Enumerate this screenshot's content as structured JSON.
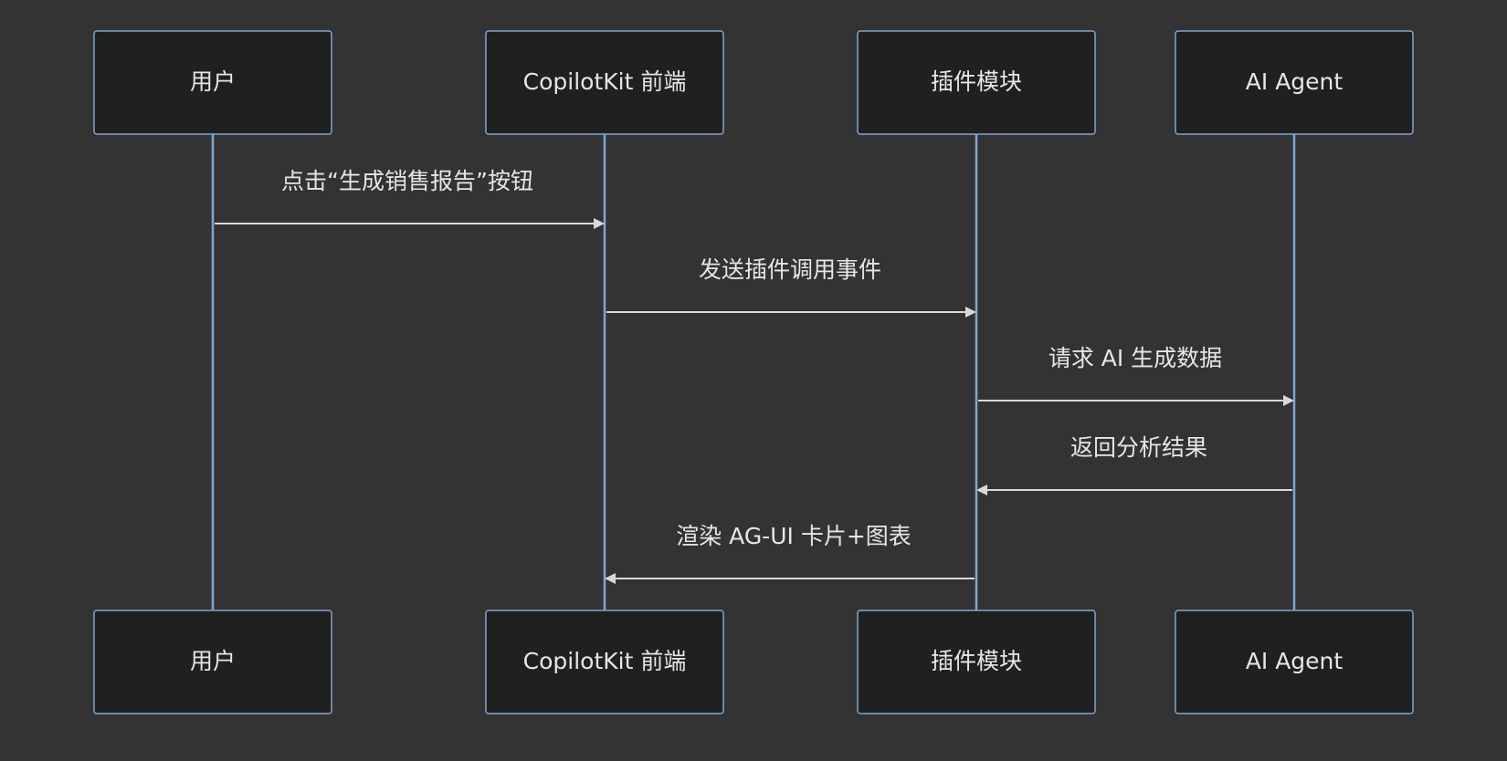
{
  "colors": {
    "background": "#333333",
    "actor_fill": "#1f2020",
    "actor_border": "#81a6d1",
    "lifeline": "#81a6d1",
    "message_line": "#d9d9d9",
    "text": "#e6e6e6"
  },
  "actors": [
    {
      "id": "user",
      "label": "用户"
    },
    {
      "id": "frontend",
      "label": "CopilotKit 前端"
    },
    {
      "id": "plugin",
      "label": "插件模块"
    },
    {
      "id": "agent",
      "label": "AI Agent"
    }
  ],
  "messages": [
    {
      "from": "user",
      "to": "frontend",
      "label": "点击“生成销售报告”按钮"
    },
    {
      "from": "frontend",
      "to": "plugin",
      "label": "发送插件调用事件"
    },
    {
      "from": "plugin",
      "to": "agent",
      "label": "请求 AI 生成数据"
    },
    {
      "from": "agent",
      "to": "plugin",
      "label": "返回分析结果"
    },
    {
      "from": "plugin",
      "to": "frontend",
      "label": "渲染 AG-UI 卡片+图表"
    }
  ]
}
